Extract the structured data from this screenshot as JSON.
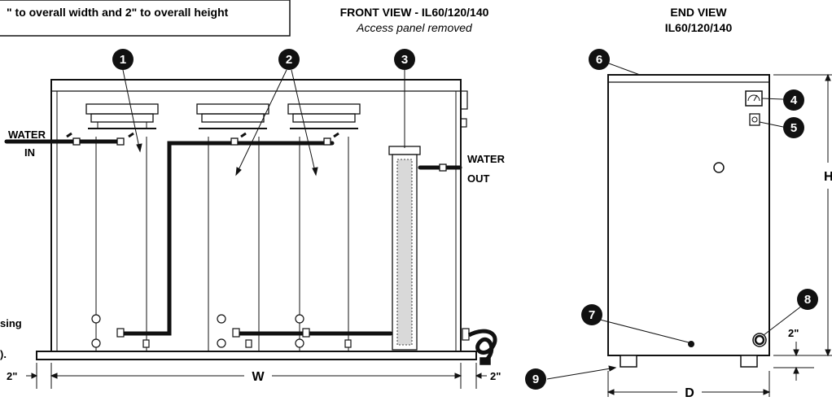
{
  "note_box": {
    "text": "\" to overall width and 2\" to overall height"
  },
  "front_view": {
    "title": "FRONT VIEW - IL60/120/140",
    "subtitle": "Access panel removed"
  },
  "end_view": {
    "title": "END VIEW",
    "model": "IL60/120/140"
  },
  "labels": {
    "water_in_1": "WATER",
    "water_in_2": "IN",
    "water_out_1": "WATER",
    "water_out_2": "OUT",
    "side_text_1": "sing",
    "side_text_2": ").",
    "dim_w": "W",
    "dim_d": "D",
    "dim_h": "H",
    "dim_2_left": "2\"",
    "dim_2_right": "2\"",
    "dim_2_end": "2\""
  },
  "callouts": [
    "1",
    "2",
    "3",
    "4",
    "5",
    "6",
    "7",
    "8",
    "9"
  ],
  "colors": {
    "ink": "#111111",
    "panel": "#ffffff",
    "filter": "#d9d9d9"
  }
}
